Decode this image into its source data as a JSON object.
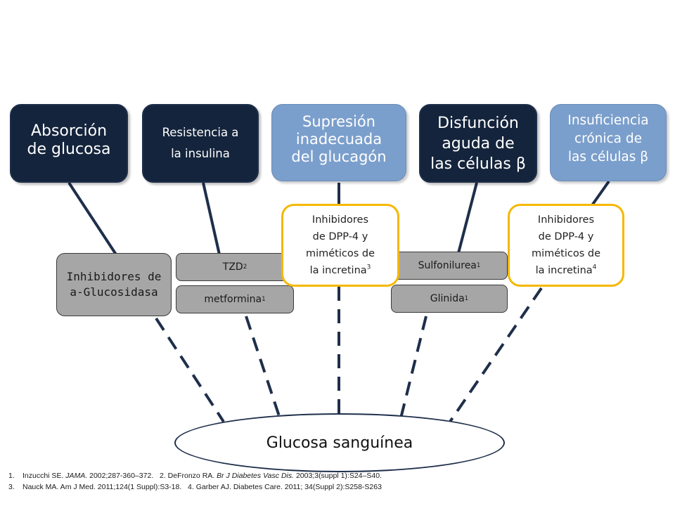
{
  "mechanisms": [
    {
      "id": "absorcion",
      "text": "Absorción\nde glucosa"
    },
    {
      "id": "resistencia",
      "text": "Resistencia a\nla insulina"
    },
    {
      "id": "supresion",
      "text": "Supresión\ninadecuada\ndel glucagón"
    },
    {
      "id": "disfuncion",
      "text": "Disfunción\naguda de\nlas células β"
    },
    {
      "id": "insuficiencia",
      "text": "Insuficiencia\ncrónica de\nlas células β"
    }
  ],
  "treatments": {
    "alpha_glucosidasa": "Inhibidores de\na-Glucosidasa",
    "tzd": "TZD",
    "tzd_ref": "2",
    "metformina": "metformina",
    "metformina_ref": "1",
    "sulfonilurea": "Sulfonilurea",
    "sulfonilurea_ref": "1",
    "glinida": "Glinida",
    "glinida_ref": "1",
    "dpp4_a": "Inhibidores\nde DPP-4 y\nmiméticos de\nla incretina",
    "dpp4_a_ref": "3",
    "dpp4_b": "Inhibidores\nde DPP-4 y\nmiméticos de\nla incretina",
    "dpp4_b_ref": "4"
  },
  "outcome": "Glucosa sanguínea",
  "references": {
    "line1": {
      "n1": "1.",
      "r1_a": "Inzucchi SE. ",
      "r1_journal": "JAMA.",
      "r1_b": " 2002;287-360–372.",
      "n2": "2.",
      "r2_a": "DeFronzo RA. ",
      "r2_journal": "Br J Diabetes Vasc Dis.",
      "r2_b": " 2003;3(suppl 1):S24–S40."
    },
    "line2": {
      "n3": "3.",
      "r3": "Nauck MA. Am J Med. 2011;124(1 Suppl):S3-18.",
      "n4": "4.",
      "r4": "Garber AJ. Diabetes Care. 2011; 34(Suppl 2):S258-S263"
    }
  },
  "colors": {
    "dark_box": "#14243c",
    "light_box": "#7b9fcc",
    "gray_box": "#a6a6a6",
    "highlight_border": "#f5b800",
    "connector": "#1e2f4a"
  }
}
